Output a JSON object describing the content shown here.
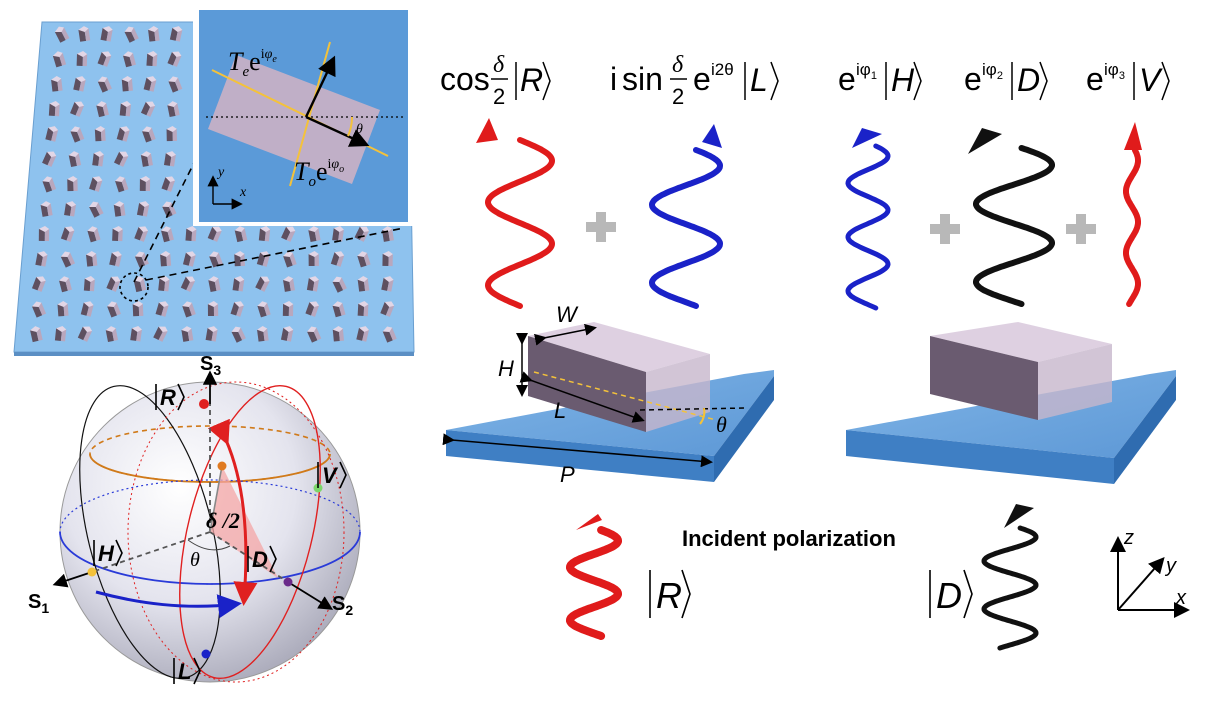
{
  "metasurface": {
    "inset": {
      "te_main": "T",
      "te_sub": "e",
      "te_exp": "e",
      "te_sup_base": "i",
      "te_sup_phi": "φ",
      "te_sup_sub": "e",
      "to_main": "T",
      "to_sub": "o",
      "to_exp": "e",
      "to_sup_base": "i",
      "to_sup_phi": "φ",
      "to_sup_sub": "o",
      "theta": "θ",
      "axis_x": "x",
      "axis_y": "y"
    }
  },
  "decomposition": {
    "rcp_cos": "cos",
    "rcp_delta": "δ",
    "rcp_two": "2",
    "rcp_ket": "R",
    "lcp_i": "i",
    "lcp_sin": "sin",
    "lcp_delta": "δ",
    "lcp_two": "2",
    "lcp_exp": "e",
    "lcp_sup": "i2θ",
    "lcp_ket": "L",
    "h_exp": "e",
    "h_sup_base": "iφ",
    "h_sup_sub": "1",
    "h_ket": "H",
    "d_exp": "e",
    "d_sup_base": "iφ",
    "d_sup_sub": "2",
    "d_ket": "D",
    "v_exp": "e",
    "v_sup_base": "iφ",
    "v_sup_sub": "3",
    "v_ket": "V"
  },
  "unit_cell": {
    "label_w": "W",
    "label_h": "H",
    "label_l": "L",
    "label_p": "P",
    "label_theta": "θ"
  },
  "incident": {
    "title": "Incident polarization",
    "ket_r": "R",
    "ket_d": "D",
    "axis_x": "x",
    "axis_y": "y",
    "axis_z": "z"
  },
  "poincare": {
    "s1": "S",
    "s1_sub": "1",
    "s2": "S",
    "s2_sub": "2",
    "s3": "S",
    "s3_sub": "3",
    "ket_r": "R",
    "ket_l": "L",
    "ket_h": "H",
    "ket_v": "V",
    "ket_d": "D",
    "delta_half": "δ /2",
    "theta": "θ"
  },
  "colors": {
    "substrate": "#8ec2ee",
    "pillar": "#c9b8cc",
    "rcp": "#e01b1b",
    "lcp": "#1a22c8",
    "linear": "#111111",
    "plus": "#b8b8b8",
    "equator": "#2a3bd8",
    "latitude": "#d07a1a",
    "meridian": "#e02020"
  }
}
